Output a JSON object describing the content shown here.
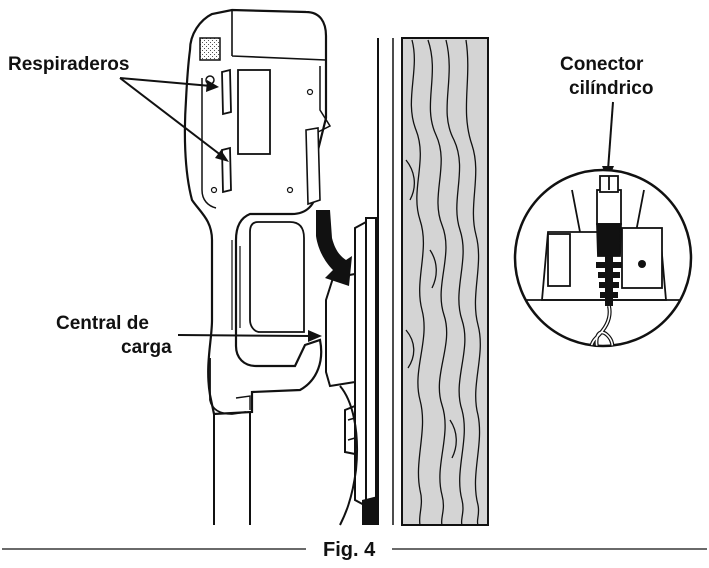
{
  "labels": {
    "vents": "Respiraderos",
    "connector_line1": "Conector",
    "connector_line2": "cilíndrico",
    "base_line1": "Central de",
    "base_line2": "carga",
    "figure": "Fig. 4"
  },
  "colors": {
    "ink": "#111111",
    "wood": "#d4d4d4",
    "hatch": "#8a8a8a",
    "background": "#ffffff"
  },
  "icons": {
    "direction": "arrow-down-curved-icon",
    "wood_grain": "wood-grain-pattern"
  }
}
